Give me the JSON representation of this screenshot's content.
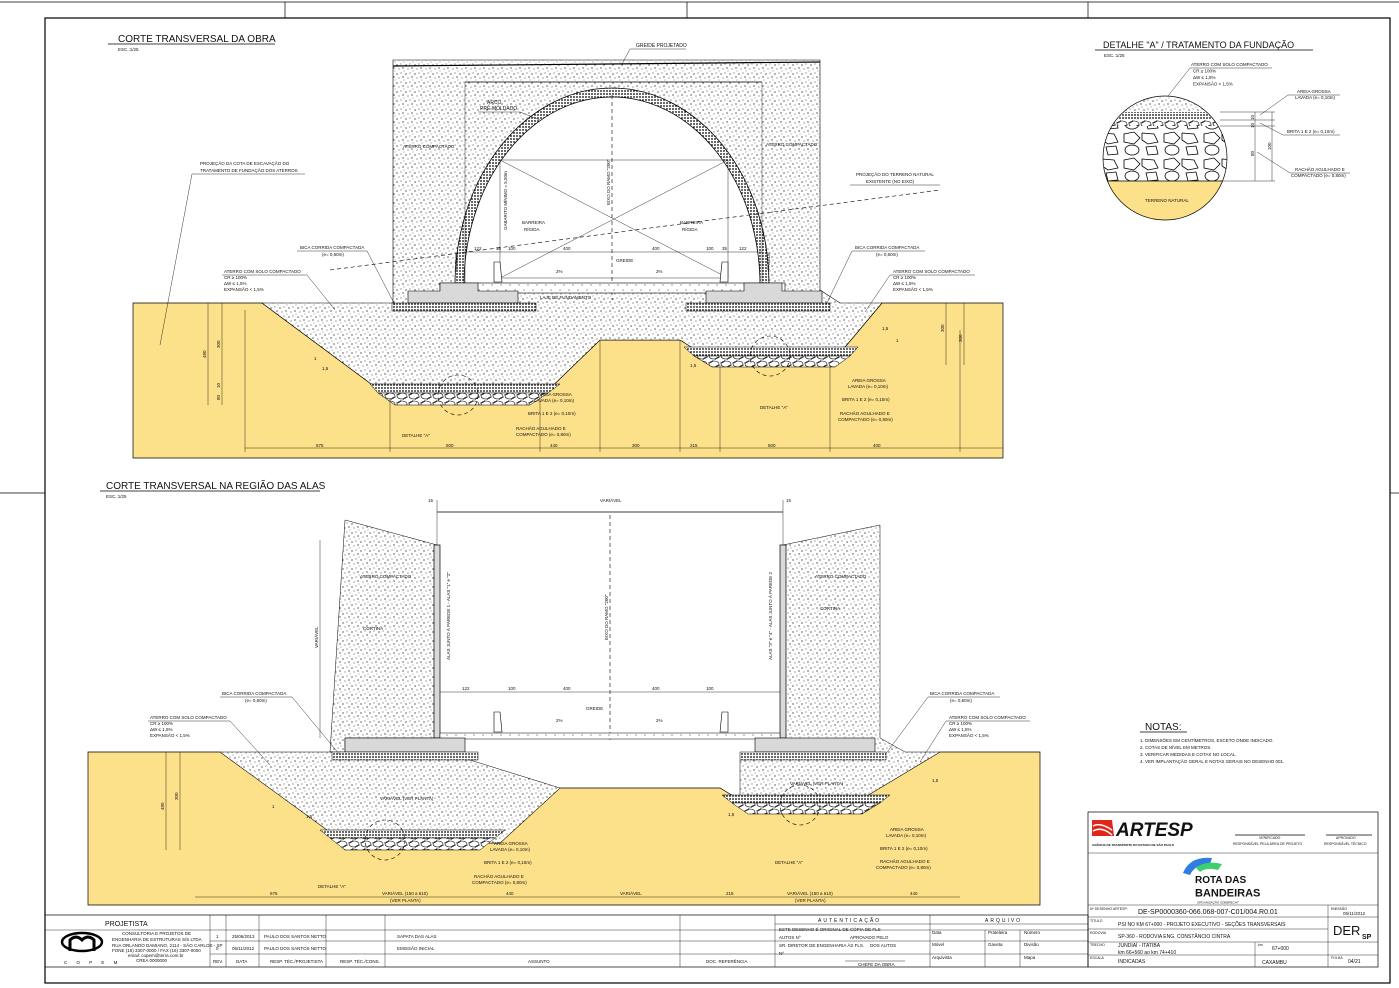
{
  "colors": {
    "soil": "#fde08a",
    "concrete": "#d9d9d9",
    "artesp_red": "#e0261b"
  },
  "upper": {
    "title": "CORTE TRANSVERSAL DA OBRA",
    "scale": "ESC.:1/25",
    "greide": "GREIDE PROJETADO",
    "arco": "ARCO",
    "pre_moldado": "PRÉ-MOLDADO",
    "aterro_compactado": "ATERRO COMPACTADO",
    "proj_escavacao_1": "PROJEÇÃO DA COTA DE ESCAVAÇÃO DO",
    "proj_escavacao_2": "TRATAMENTO DE FUNDAÇÃO DOS ATERROS",
    "proj_terreno_1": "PROJEÇÃO DO TERRENO NATURAL",
    "proj_terreno_2": "EXISTENTE (NO EIXO)",
    "barreira_1": "BARREIRA",
    "barreira_2": "RÍGIDA",
    "eixo_ramo": "EIXO DO RAMO \"200\"",
    "gabarito": "GABARITO MÍNIMO = 5,50m",
    "parede": "PAREDE",
    "greide_label": "GREIDE",
    "slope_pct": "2%",
    "laje": "LAJE DE FUNDAMENTO",
    "dims_top": [
      "122",
      "35",
      "100",
      "400",
      "400",
      "100",
      "35",
      "122"
    ],
    "dims_bottom": [
      "675",
      "500",
      "440",
      "300",
      "215",
      "500",
      "400"
    ],
    "dims_side": [
      "480",
      "300",
      "10",
      "10",
      "80",
      "30",
      "50",
      "30"
    ],
    "slope_v": "1",
    "slope_h": "1,5"
  },
  "materials": {
    "bica_1": "BICA CORRIDA COMPACTADA",
    "bica_2": "(e= 0,60m)",
    "aterro_solo": "ATERRO COM SOLO COMPACTADO",
    "cr": "CR ≥ 100%",
    "dw": "ΔW ≤ 1,5%",
    "expansao": "EXPANSÃO < 1,5%",
    "areia_1": "AREIA GROSSA",
    "areia_2": "LAVADA (e= 0,10m)",
    "brita": "BRITA 1 E 2 (e= 0,10m)",
    "rachao_1": "RACHÃO AGULHADO E",
    "rachao_2": "COMPACTADO (e= 0,80m)",
    "detalhe_a": "DETALHE \"A\"",
    "terreno_natural": "TERRENO NATURAL"
  },
  "detail": {
    "title": "DETALHE \"A\" / TRATAMENTO DA FUNDAÇÃO",
    "scale": "ESC.:1/25",
    "dims": [
      "10",
      "10",
      "80",
      "100"
    ]
  },
  "lower": {
    "title": "CORTE TRANSVERSAL NA REGIÃO DAS ALAS",
    "scale": "ESC.:1/25",
    "variavel": "VARIÁVEL",
    "variavel_planta": "VARIÁVEL (VER PLANTA)",
    "variavel_range_1": "VARIÁVEL (150 a 610)",
    "variavel_range_2": "(VER PLANTA)",
    "cortina": "CORTINA",
    "alas_left": "ALAS JUNTO À PAREDE 1 - ALAS \"1\" e \"2\"",
    "alas_right": "ALAS \"3\" e \"4\" - ALAS JUNTO À PAREDE 2",
    "eixo_ramo": "EIXO DO RAMO \"200\"",
    "greide": "GREIDE",
    "dims_top": [
      "15",
      "15"
    ],
    "dims_bottom": [
      "675",
      "440",
      "VARIÁVEL",
      "215",
      "440"
    ]
  },
  "notes": {
    "title": "NOTAS:",
    "items": [
      "1.  DIMENSÕES EM CENTÍMETROS, EXCETO ONDE INDICADO.",
      "2.  COTAS DE NÍVEL EM METROS.",
      "3.  VERIFICAR MEDIDAS E COTAS NO LOCAL.",
      "4.  VER IMPLANTAÇÃO GERAL E NOTAS GERAIS NO DESENHO 001."
    ]
  },
  "titleblock": {
    "projetista": "PROJETISTA",
    "company_1": "CONSULTORIA E PROJETOS DE",
    "company_2": "ENGENHARIA DE ESTRUTURAS S/S LTDA",
    "company_3": "RUA ORLANDO DAMIANO, 2114 - SÃO CARLOS - SP",
    "company_4": "FONE (16) 3307-0000 / FAX (16) 3307-0000",
    "company_5": "email: copem@terra.com.br",
    "company_6": "CREA 0000000",
    "logo_letters": "C O P E M",
    "revisions": [
      {
        "rev": "1",
        "data": "25/06/2013",
        "resp": "PAULO DOS SANTOS NETTO",
        "assunto": "SAPATA DAS ALAS"
      },
      {
        "rev": "0",
        "data": "05/11/2012",
        "resp": "PAULO DOS SANTOS NETTO",
        "assunto": "EMISSÃO INICIAL"
      }
    ],
    "hdr_rev": "REV.",
    "hdr_data": "DATA",
    "hdr_resp": "RESP. TÉC./PROJETISTA",
    "hdr_resp_cons": "RESP. TÉC./CONS.",
    "hdr_assunto": "ASSUNTO",
    "hdr_doc": "DOC. REFERÊNCIA",
    "autenticacao": "AUTENTICAÇÃO",
    "aut_1": "ESTE DESENHO É ORIGINAL DE CÓPIA DE FLS",
    "aut_2": "AUTOS Nº",
    "aut_3": "APROVADO PELO",
    "aut_4": "SR. DIRETOR DE ENGENHARIA ÀS FLS.",
    "aut_5": "DOS AUTOS",
    "aut_6": "Nº",
    "aut_7": "CHEFE DA OBRA",
    "arquivo": "ARQUIVO",
    "arq_data": "Data",
    "arq_prateleira": "Prateleira",
    "arq_numero": "Número",
    "arq_movel": "Móvel",
    "arq_gaveta": "Gaveta",
    "arq_divisao": "Divisão",
    "arq_arquivista": "Arquivista",
    "arq_mapa": "Mapa",
    "artesp": "ARTESP",
    "artesp_sub": "AGÊNCIA DE TRANSPORTE DO ESTADO DE SÃO PAULO",
    "verificado": "VERIFICADO",
    "verificado_sub": "RESPONSÁVEL PELA ÁREA DE PROJETO",
    "aprovado": "APROVADO",
    "aprovado_sub": "RESPONSÁVEL TÉCNICO",
    "rota_1": "ROTA DAS",
    "rota_2": "BANDEIRAS",
    "rota_3": "ORGANIZAÇÃO ODEBRECHT",
    "lbl_desenho": "Nº DESENHO ARTESP:",
    "desenho": "DE-SP0000360-066.068-007-C01/004.R0.01",
    "lbl_emissao": "EMISSÃO",
    "emissao": "05/11/2012",
    "lbl_titulo": "TÍTULO",
    "titulo": "PSI NO KM 67+000 - PROJETO EXECUTIVO - SEÇÕES TRANSVERSAIS",
    "lbl_rodovia": "RODOVIA",
    "rodovia": "SP-360 - RODOVIA ENG. CONSTÂNCIO CINTRA",
    "der": "DER",
    "der_sub": "SP",
    "lbl_trecho": "TRECHO",
    "trecho_1": "JUNDIAÍ - ITATIBA",
    "trecho_2": "km 66+560 ao km 74+410",
    "lbl_km": "km",
    "km": "67+000",
    "lbl_escala": "ESCALA",
    "escala": "INDICADAS",
    "local": "CAXAMBU",
    "lbl_folha": "FOLHA",
    "folha": "04/21"
  }
}
